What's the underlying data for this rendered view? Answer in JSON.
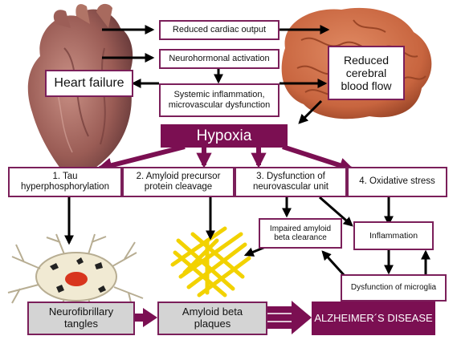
{
  "diagram": {
    "boxes": {
      "reduced_cardiac_output": "Reduced cardiac output",
      "neurohormonal_activation": "Neurohormonal activation",
      "systemic_inflammation": "Systemic inflammation, microvascular dysfunction",
      "heart_failure": "Heart failure",
      "reduced_cerebral_blood_flow": "Reduced cerebral blood flow",
      "hypoxia": "Hypoxia",
      "tau": "1.   Tau hyperphosphorylation",
      "amyloid_precursor": "2. Amyloid precursor protein cleavage",
      "neurovascular": "3. Dysfunction of neurovascular unit",
      "oxidative_stress": "4. Oxidative stress",
      "impaired_clearance": "Impaired amyloid beta clearance",
      "inflammation": "Inflammation",
      "microglia": "Dysfunction of microglia",
      "neurofibrillary": "Neurofibrillary tangles",
      "amyloid_plaques": "Amyloid beta plaques",
      "alzheimers": "ALZHEIMER´S DISEASE"
    },
    "colors": {
      "accent": "#7b0f52",
      "arrow": "#000000",
      "gray_box": "#d4d4d4",
      "heart": "#b8756b",
      "brain": "#c8653f",
      "amyloid": "#ffe600",
      "neuron": "#f1ead3"
    },
    "illustrations": [
      "heart-image",
      "brain-image",
      "neuron-image",
      "amyloid-fibrils-image"
    ]
  }
}
